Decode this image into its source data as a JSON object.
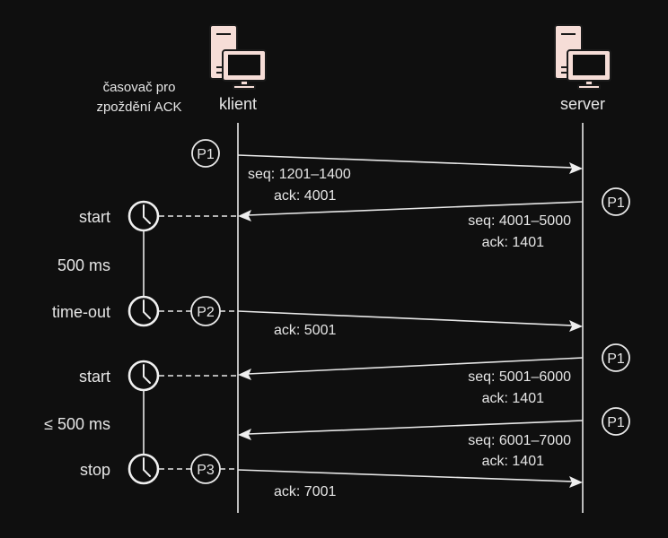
{
  "participants": {
    "client": {
      "label": "klient",
      "icon": "computer-icon"
    },
    "server": {
      "label": "server",
      "icon": "computer-icon"
    }
  },
  "timer_header": {
    "line1": "časovač pro",
    "line2": "zpoždění ACK"
  },
  "messages": [
    {
      "id": "m1",
      "direction": "client-to-server",
      "packet": "P1",
      "line1": "seq: 1201–1400",
      "line2": "ack: 4001"
    },
    {
      "id": "m2",
      "direction": "server-to-client",
      "packet": "P1",
      "line1": "seq: 4001–5000",
      "line2": "ack: 1401"
    },
    {
      "id": "m3",
      "direction": "client-to-server",
      "packet": "P2",
      "line1": "ack: 5001"
    },
    {
      "id": "m4",
      "direction": "server-to-client",
      "packet": "P1",
      "line1": "seq: 5001–6000",
      "line2": "ack: 1401"
    },
    {
      "id": "m5",
      "direction": "server-to-client",
      "packet": "P1",
      "line1": "seq: 6001–7000",
      "line2": "ack: 1401"
    },
    {
      "id": "m6",
      "direction": "client-to-server",
      "packet": "P3",
      "line1": "ack: 7001"
    }
  ],
  "timers": [
    {
      "start_label": "start",
      "duration_label": "500 ms",
      "end_label": "time-out"
    },
    {
      "start_label": "start",
      "duration_label": "≤ 500 ms",
      "end_label": "stop"
    }
  ],
  "colors": {
    "background": "#0f0f0f",
    "lines": "#e8e8e8",
    "icon": "#f6ddd7"
  }
}
